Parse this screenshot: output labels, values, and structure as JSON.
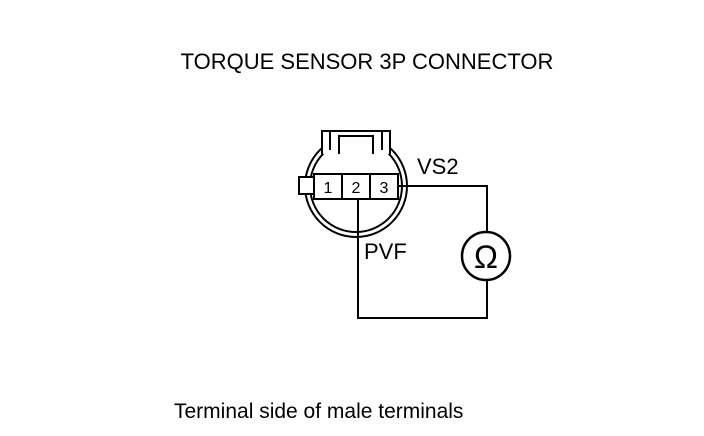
{
  "diagram": {
    "title": "TORQUE SENSOR 3P CONNECTOR",
    "caption": "Terminal side of male terminals",
    "terminals": [
      "1",
      "2",
      "3"
    ],
    "wire_labels": {
      "terminal_3": "VS2",
      "terminal_2": "PVF"
    },
    "meter_symbol": "Ω",
    "icons": {
      "meter": "ohmmeter-icon",
      "connector": "connector-3p-icon"
    }
  }
}
